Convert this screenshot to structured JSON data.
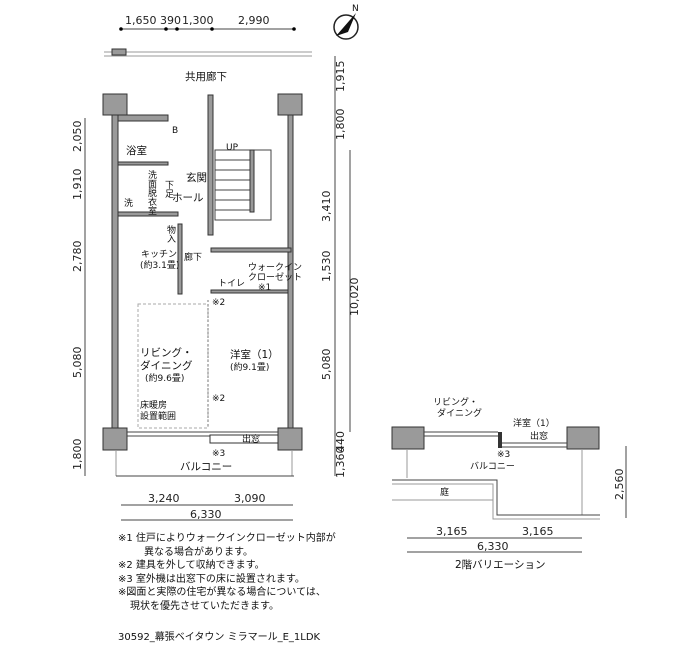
{
  "plan": {
    "top_dims": [
      "1,650",
      "390",
      "1,300",
      "2,990"
    ],
    "left_dims": [
      "2,050",
      "1,910",
      "2,780",
      "5,080",
      "1,800"
    ],
    "right_dims": [
      "1,915",
      "1,800",
      "3,410",
      "1,530",
      "5,080",
      "440",
      "1,360"
    ],
    "right_total": "10,020",
    "bottom_dims": [
      "3,240",
      "3,090"
    ],
    "bottom_total": "6,330",
    "compass": "N",
    "rooms": {
      "common_corridor": "共用廊下",
      "bath": "浴室",
      "b": "B",
      "up": "UP",
      "genkan": "玄関",
      "shoe": "下足",
      "senmen": "洗面脱衣室",
      "wash": "洗",
      "hall": "ホール",
      "storage": "物入",
      "kitchen": "キッチン",
      "kitchen_size": "(約3.1畳)",
      "hallway": "廊下",
      "wic": "ウォークイン",
      "wic2": "クローゼット",
      "wic_note": "※1",
      "toilet": "トイレ",
      "note2a": "※2",
      "living": "リビング・",
      "dining": "ダイニング",
      "living_size": "(約9.6畳)",
      "western": "洋室（1）",
      "western_size": "(約9.1畳)",
      "floor_heat": "床暖房",
      "floor_heat2": "設置範囲",
      "note2b": "※2",
      "window": "出窓",
      "note3": "※3",
      "balcony": "バルコニー"
    }
  },
  "variation": {
    "living": "リビング・",
    "dining": "ダイニング",
    "western": "洋室（1）",
    "window": "出窓",
    "note3": "※3",
    "balcony": "バルコニー",
    "garden": "庭",
    "dims": [
      "3,165",
      "3,165"
    ],
    "total": "6,330",
    "height_dim": "2,560",
    "caption": "2階バリエーション"
  },
  "notes": [
    "※1 住戸によりウォークインクローゼット内部が",
    "異なる場合があります。",
    "※2 建具を外して収納できます。",
    "※3 室外機は出窓下の床に設置されます。",
    "※図面と実際の住宅が異なる場合については、",
    "現状を優先させていただきます。"
  ],
  "footer_code": "30592_幕張ベイタウン ミラマール_E_1LDK"
}
